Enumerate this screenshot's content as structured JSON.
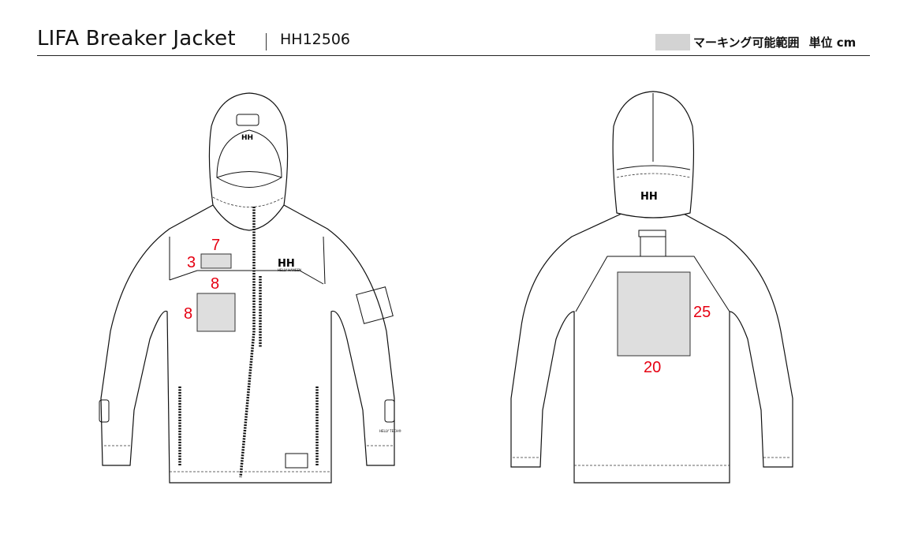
{
  "header": {
    "title": "LIFA Breaker Jacket",
    "product_code": "HH12506",
    "legend_label": "マーキング可能範囲",
    "unit_label": "単位 cm",
    "legend_color": "#d3d3d3"
  },
  "front": {
    "chest_mark": {
      "width": "7",
      "height": "3"
    },
    "pocket_mark": {
      "width": "8",
      "height": "8"
    },
    "logo_text": "HH",
    "logo_sub": "HELLY HANSEN",
    "hood_logo": "HH",
    "helly_tech": "HELLY TECH®"
  },
  "back": {
    "back_mark": {
      "width": "20",
      "height": "25"
    },
    "hood_logo": "HH"
  },
  "colors": {
    "dimension": "#e60012",
    "mark_area": "#dedede"
  }
}
